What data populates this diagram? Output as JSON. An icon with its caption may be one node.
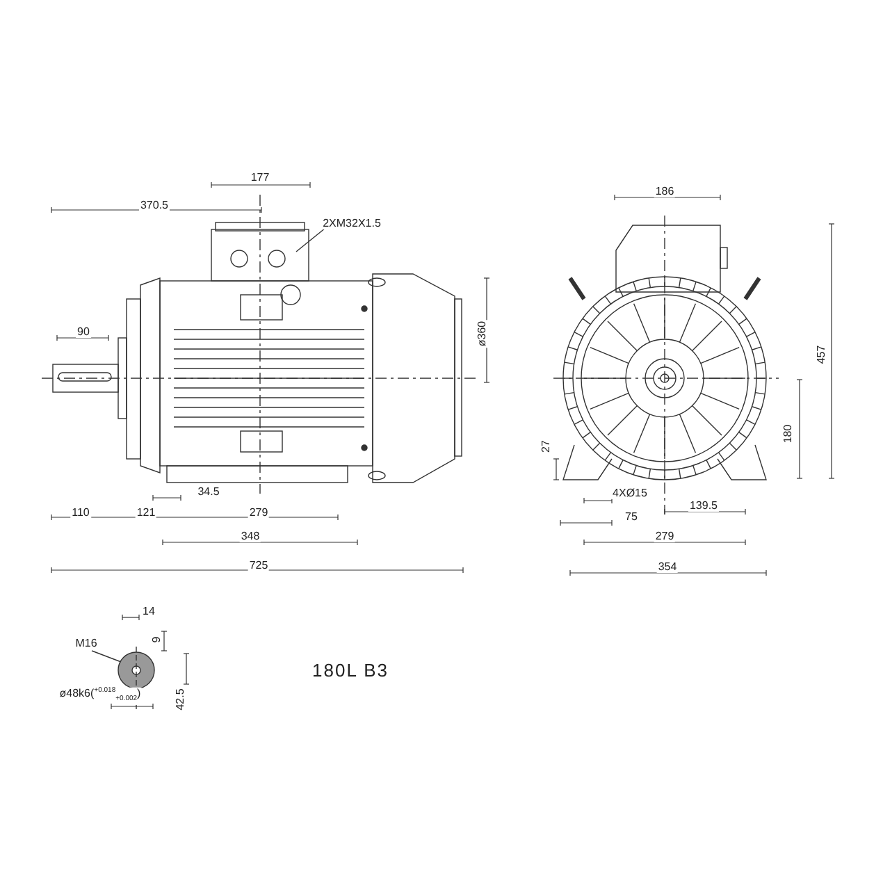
{
  "diagram": {
    "nodes": [
      {
        "text": [
          "2XM32X1.5"
        ]
      },
      {
        "text": [
          "M16"
        ]
      }
    ],
    "edges": [
      {
        "from": 0,
        "to": null,
        "arrow": "none"
      },
      {
        "from": 1,
        "to": null,
        "arrow": "none"
      }
    ],
    "labels": [
      "177",
      "370.5",
      "90",
      "ø360",
      "34.5",
      "110",
      "121",
      "279",
      "348",
      "725",
      "186",
      "457",
      "180",
      "27",
      "4XØ15",
      "139.5",
      "75",
      "279",
      "354",
      "14",
      "9",
      "42.5",
      "ø48k6($^{+0.018}$$_{+0.002}$)",
      "180L B3"
    ]
  }
}
